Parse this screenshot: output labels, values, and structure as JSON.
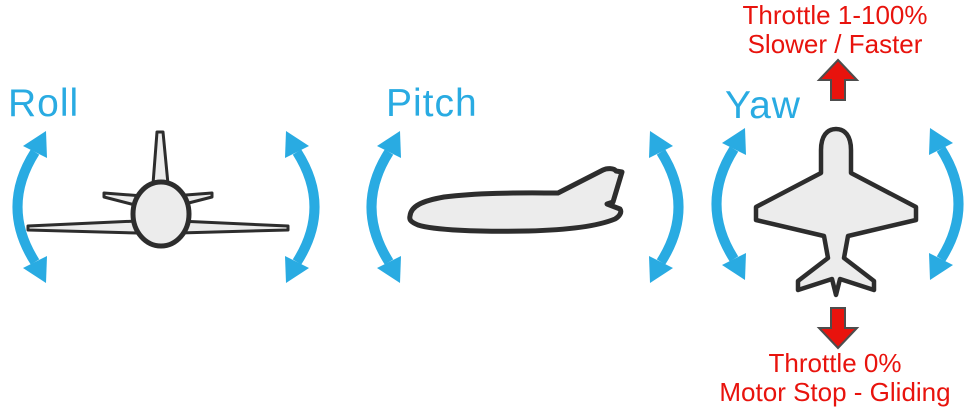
{
  "sections": {
    "roll": {
      "label": "Roll",
      "view": "airplane-front"
    },
    "pitch": {
      "label": "Pitch",
      "view": "airplane-side"
    },
    "yaw": {
      "label": "Yaw",
      "view": "airplane-top"
    }
  },
  "throttle_up": {
    "line1": "Throttle 1-100%",
    "line2": "Slower / Faster"
  },
  "throttle_down": {
    "line1": "Throttle 0%",
    "line2": "Motor Stop - Gliding"
  },
  "icons": {
    "rotation_arrow": "curved-double-headed-arrow",
    "throttle_up_arrow": "block-arrow-up",
    "throttle_down_arrow": "block-arrow-down"
  },
  "colors": {
    "accent_blue": "#29ABE2",
    "accent_red": "#E8130D",
    "plane_fill": "#ECECEC",
    "plane_stroke": "#2D2D2D",
    "red_arrow_outline": "#4D4D4D",
    "background": "#FFFFFF"
  }
}
